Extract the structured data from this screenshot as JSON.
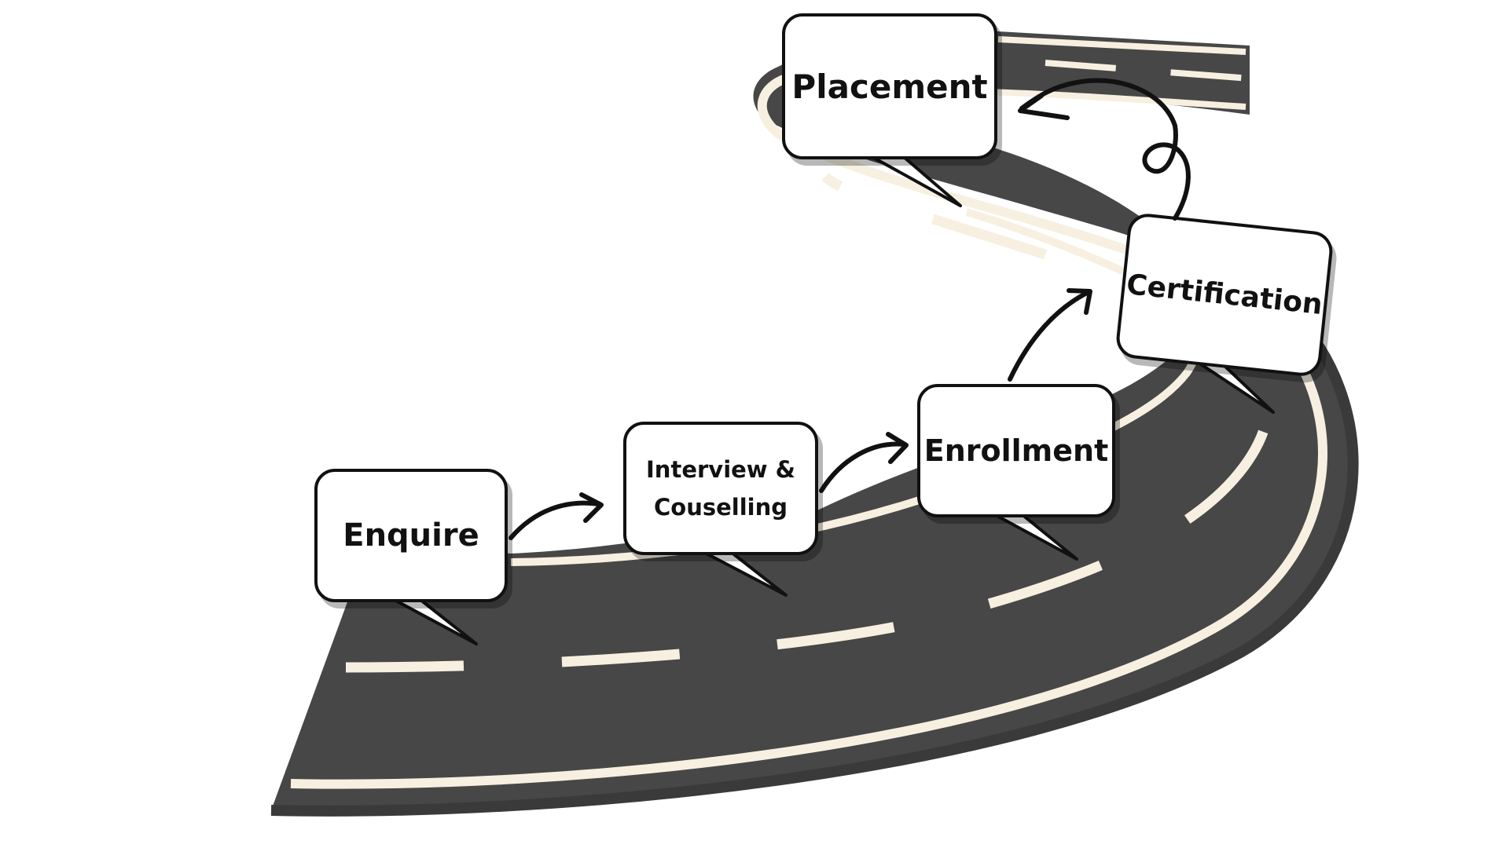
{
  "diagram": {
    "steps": [
      {
        "id": "enquire",
        "label": "Enquire"
      },
      {
        "id": "interview",
        "label_line1": "Interview &",
        "label_line2": "Couselling"
      },
      {
        "id": "enrollment",
        "label": "Enrollment"
      },
      {
        "id": "certification",
        "label": "Certification"
      },
      {
        "id": "placement",
        "label": "Placement"
      }
    ],
    "colors": {
      "road": "#474747",
      "road_edge": "#3a3a3a",
      "lane_marking": "#f7f0e1",
      "bubble_fill": "#ffffff",
      "outline": "#111111"
    }
  }
}
